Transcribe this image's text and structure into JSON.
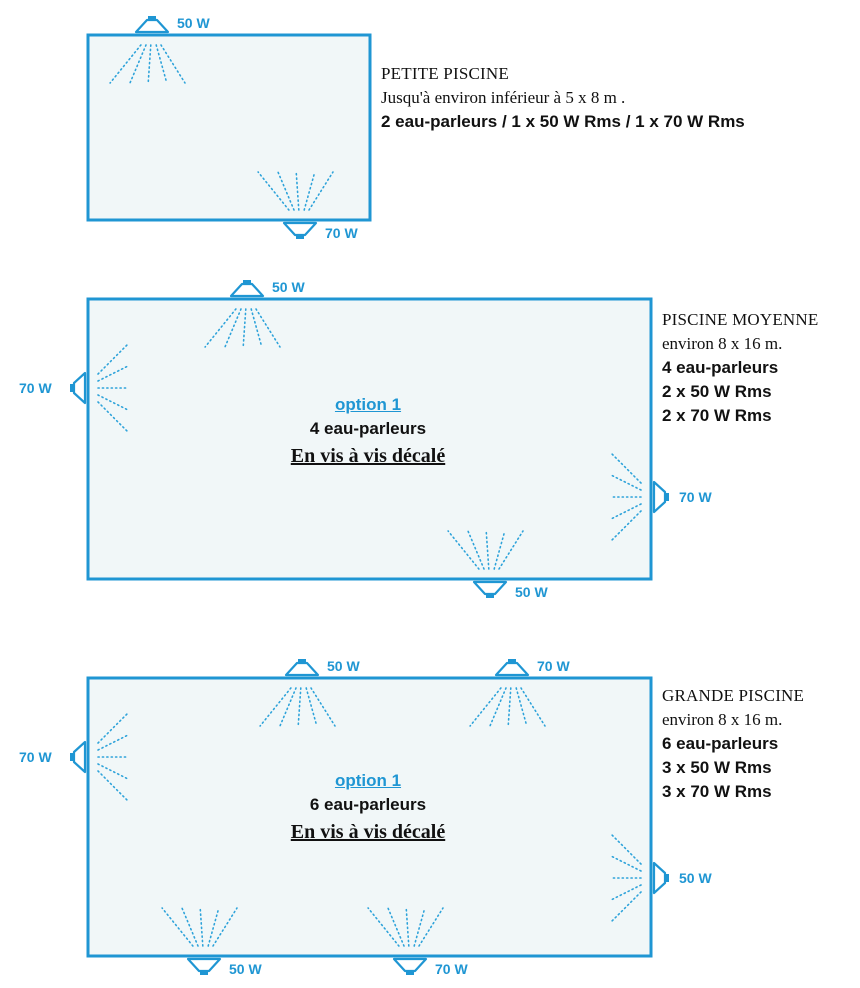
{
  "colors": {
    "pool_border": "#1f96d3",
    "pool_fill": "#f1f7f8",
    "wave": "#2ea3da",
    "label": "#1f96d3",
    "text": "#111111"
  },
  "pools": [
    {
      "title": "PETITE PISCINE",
      "subtitle": "Jusqu'à environ inférieur à 5 x 8 m .",
      "lines": [
        "2 eau-parleurs / 1 x 50 W Rms / 1 x 70 W Rms"
      ],
      "speakers": [
        {
          "label": "50 W",
          "side": "top"
        },
        {
          "label": "70 W",
          "side": "bottom"
        }
      ]
    },
    {
      "title": "PISCINE MOYENNE",
      "subtitle": "environ 8 x 16 m.",
      "lines": [
        "4 eau-parleurs",
        "2 x 50 W Rms",
        "2 x 70 W Rms"
      ],
      "option": {
        "title": "option 1",
        "count": "4 eau-parleurs",
        "layout": "En vis  à vis décalé"
      },
      "speakers": [
        {
          "label": "50 W",
          "side": "top"
        },
        {
          "label": "70 W",
          "side": "left"
        },
        {
          "label": "70 W",
          "side": "right"
        },
        {
          "label": "50 W",
          "side": "bottom"
        }
      ]
    },
    {
      "title": "GRANDE PISCINE",
      "subtitle": "environ 8 x 16 m.",
      "lines": [
        "6 eau-parleurs",
        "3 x 50 W Rms",
        "3 x 70 W Rms"
      ],
      "option": {
        "title": "option 1",
        "count": "6 eau-parleurs",
        "layout": "En vis  à vis décalé"
      },
      "speakers": [
        {
          "label": "50 W",
          "side": "top"
        },
        {
          "label": "70 W",
          "side": "top"
        },
        {
          "label": "70 W",
          "side": "left"
        },
        {
          "label": "50 W",
          "side": "right"
        },
        {
          "label": "50 W",
          "side": "bottom"
        },
        {
          "label": "70 W",
          "side": "bottom"
        }
      ]
    }
  ]
}
